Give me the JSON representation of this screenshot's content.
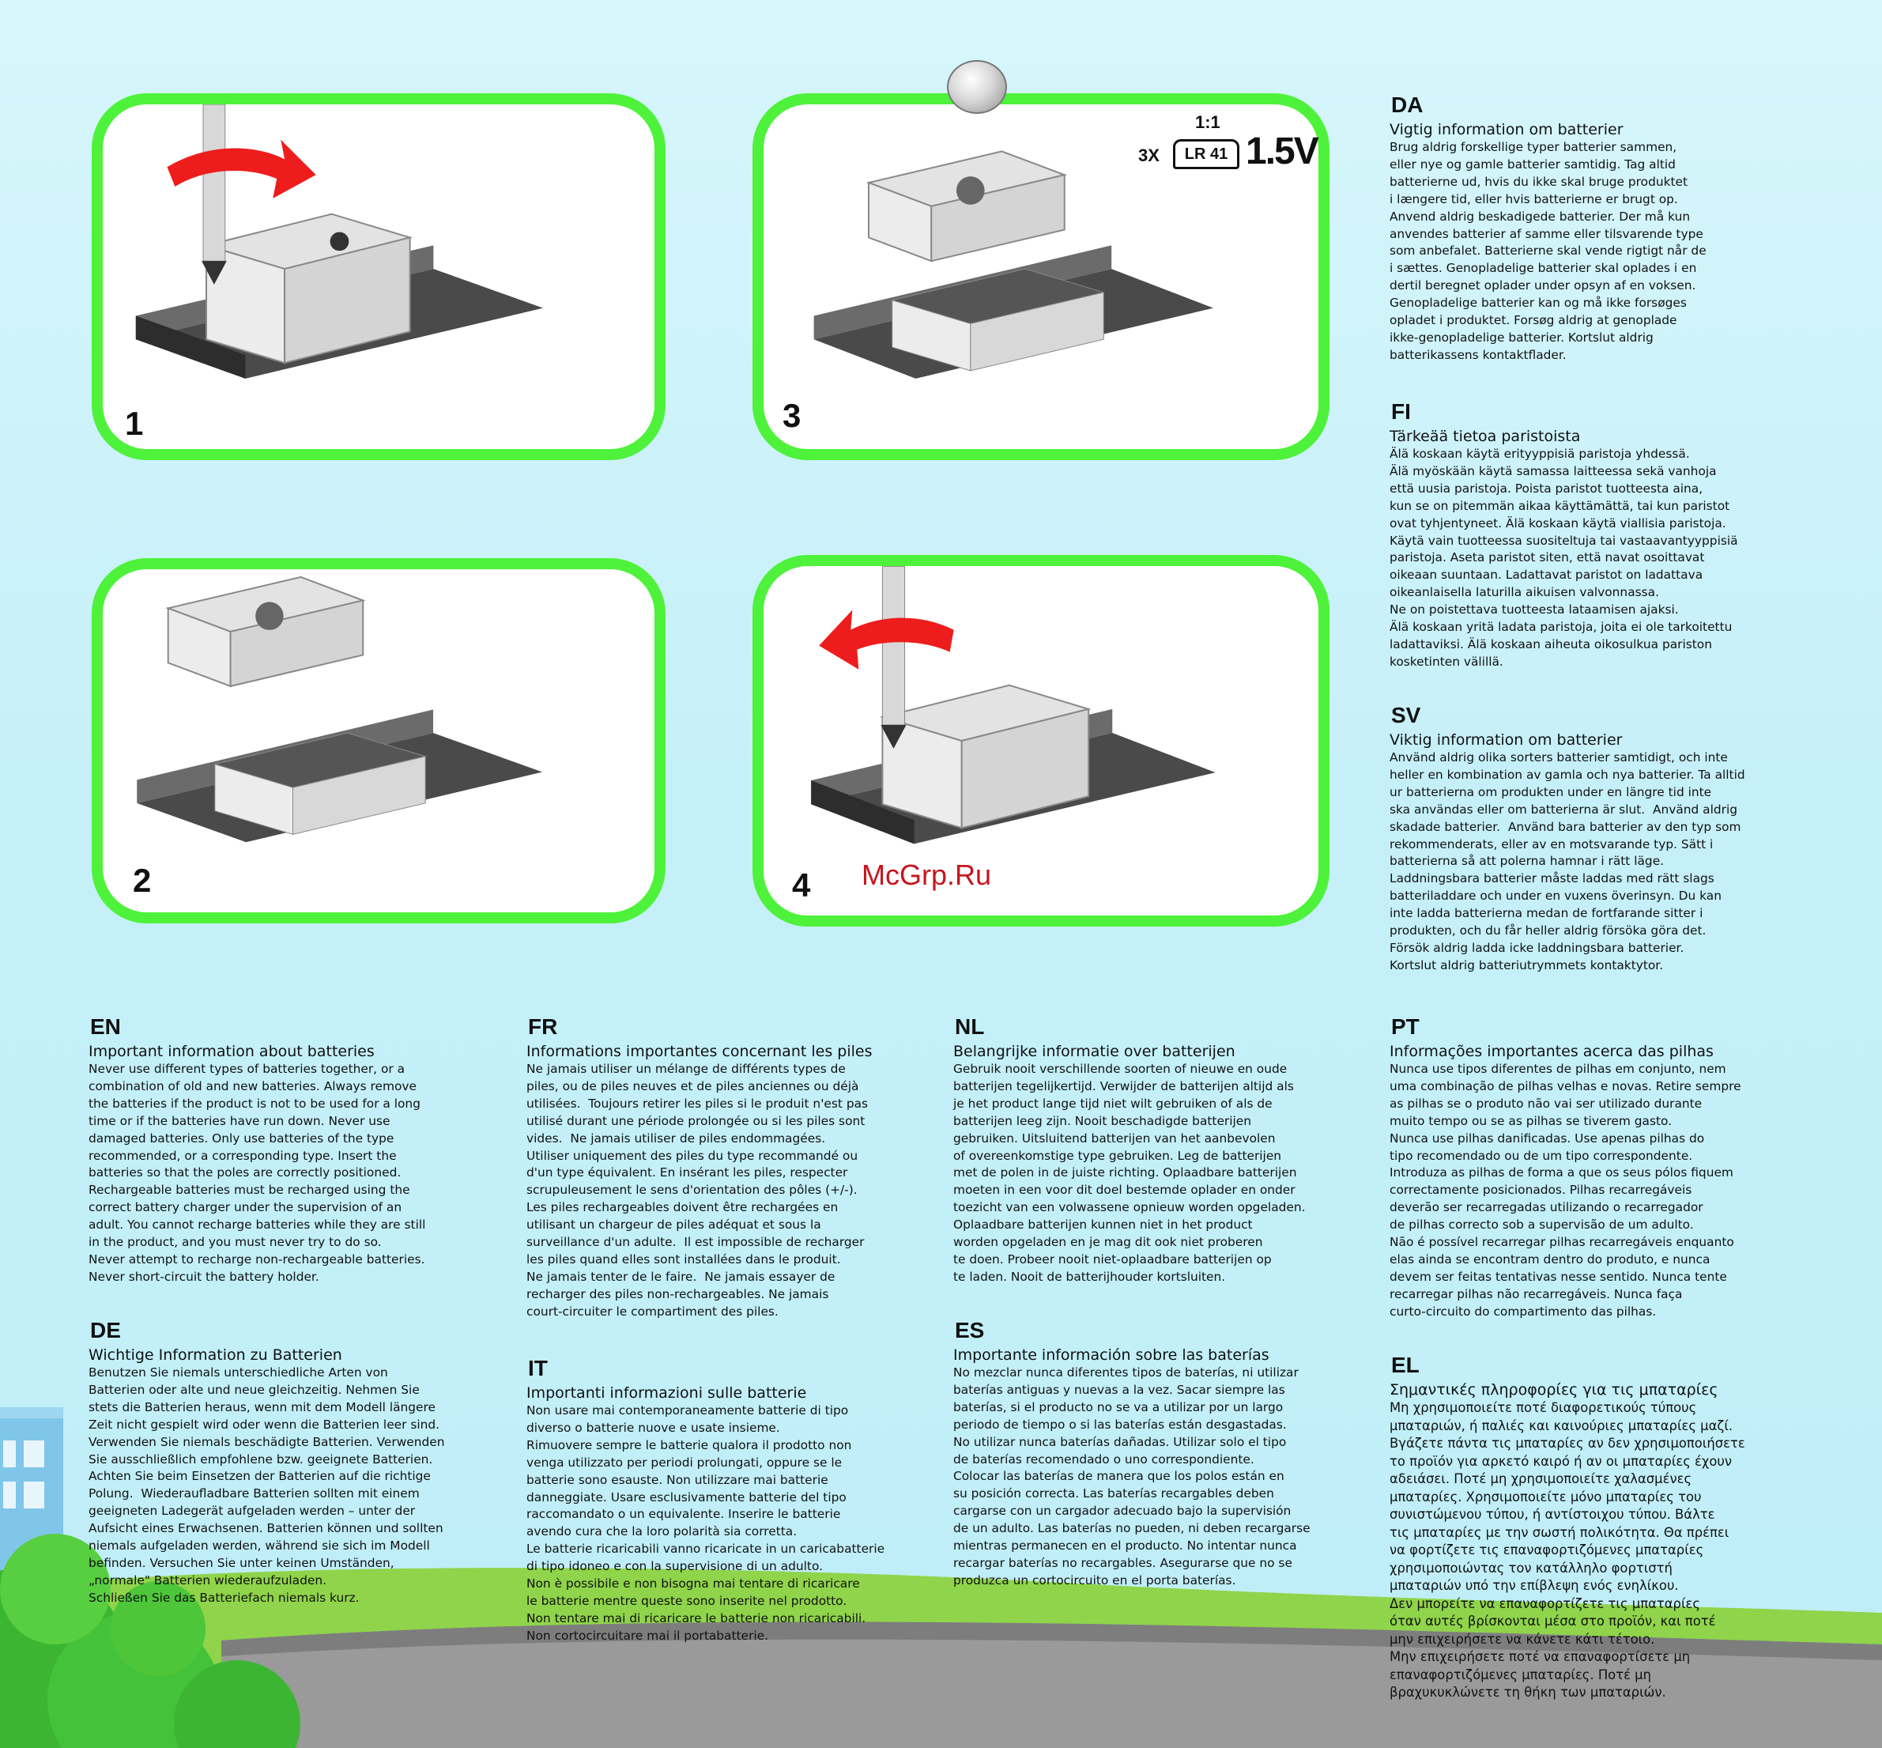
{
  "panels": [
    {
      "number": "1"
    },
    {
      "number": "2"
    },
    {
      "number": "3"
    },
    {
      "number": "4"
    }
  ],
  "battery_spec": {
    "ratio": "1:1",
    "quantity": "3X",
    "type": "LR 41",
    "voltage": "1.5V"
  },
  "watermark": "McGrp.Ru",
  "languages": {
    "da": {
      "code": "DA",
      "heading": "Vigtig information om batterier",
      "body": "Brug aldrig forskellige typer batterier sammen,\neller nye og gamle batterier samtidig. Tag altid\nbatterierne ud, hvis du ikke skal bruge produktet\ni længere tid, eller hvis batterierne er brugt op.\nAnvend aldrig beskadigede batterier. Der må kun\nanvendes batterier af samme eller tilsvarende type\nsom anbefalet. Batterierne skal vende rigtigt når de\ni sættes. Genopladelige batterier skal oplades i en\ndertil beregnet oplader under opsyn af en voksen.\nGenopladelige batterier kan og må ikke forsøges\nopladet i produktet. Forsøg aldrig at genoplade\nikke-genopladelige batterier. Kortslut aldrig\nbatterikassens kontaktflader."
    },
    "fi": {
      "code": "FI",
      "heading": "Tärkeää tietoa paristoista",
      "body": "Älä koskaan käytä erityyppisiä paristoja yhdessä.\nÄlä myöskään käytä samassa laitteessa sekä vanhoja\nettä uusia paristoja. Poista paristot tuotteesta aina,\nkun se on pitemmän aikaa käyttämättä, tai kun paristot\novat tyhjentyneet. Älä koskaan käytä viallisia paristoja.\nKäytä vain tuotteessa suositeltuja tai vastaavantyyppisiä\nparistoja. Aseta paristot siten, että navat osoittavat\noikeaan suuntaan. Ladattavat paristot on ladattava\noikeanlaisella laturilla aikuisen valvonnassa.\nNe on poistettava tuotteesta lataamisen ajaksi.\nÄlä koskaan yritä ladata paristoja, joita ei ole tarkoitettu\nladattaviksi. Älä koskaan aiheuta oikosulkua pariston\nkosketinten välillä."
    },
    "sv": {
      "code": "SV",
      "heading": "Viktig information om batterier",
      "body": "Använd aldrig olika sorters batterier samtidigt, och inte\nheller en kombination av gamla och nya batterier. Ta alltid\nur batterierna om produkten under en längre tid inte\nska användas eller om batterierna är slut.  Använd aldrig\nskadade batterier.  Använd bara batterier av den typ som\nrekommenderats, eller av en motsvarande typ. Sätt i\nbatterierna så att polerna hamnar i rätt läge.\nLaddningsbara batterier måste laddas med rätt slags\nbatteriladdare och under en vuxens överinsyn. Du kan\ninte ladda batterierna medan de fortfarande sitter i\nprodukten, och du får heller aldrig försöka göra det.\nFörsök aldrig ladda icke laddningsbara batterier.\nKortslut aldrig batteriutrymmets kontaktytor."
    },
    "en": {
      "code": "EN",
      "heading": "Important information about batteries",
      "body": "Never use different types of batteries together, or a\ncombination of old and new batteries. Always remove\nthe batteries if the product is not to be used for a long\ntime or if the batteries have run down. Never use\ndamaged batteries. Only use batteries of the type\nrecommended, or a corresponding type. Insert the\nbatteries so that the poles are correctly positioned.\nRechargeable batteries must be recharged using the\ncorrect battery charger under the supervision of an\nadult. You cannot recharge batteries while they are still\nin the product, and you must never try to do so.\nNever attempt to recharge non-rechargeable batteries.\nNever short-circuit the battery holder."
    },
    "fr": {
      "code": "FR",
      "heading": "Informations importantes concernant les piles",
      "body": "Ne jamais utiliser un mélange de différents types de\npiles, ou de piles neuves et de piles anciennes ou déjà\nutilisées.  Toujours retirer les piles si le produit n'est pas\nutilisé durant une période prolongée ou si les piles sont\nvides.  Ne jamais utiliser de piles endommagées.\nUtiliser uniquement des piles du type recommandé ou\nd'un type équivalent. En insérant les piles, respecter\nscrupuleusement le sens d'orientation des pôles (+/-).\nLes piles rechargeables doivent être rechargées en\nutilisant un chargeur de piles adéquat et sous la\nsurveillance d'un adulte.  Il est impossible de recharger\nles piles quand elles sont installées dans le produit.\nNe jamais tenter de le faire.  Ne jamais essayer de\nrecharger des piles non-rechargeables. Ne jamais\ncourt-circuiter le compartiment des piles."
    },
    "nl": {
      "code": "NL",
      "heading": "Belangrijke informatie over batterijen",
      "body": "Gebruik nooit verschillende soorten of nieuwe en oude\nbatterijen tegelijkertijd. Verwijder de batterijen altijd als\nje het product lange tijd niet wilt gebruiken of als de\nbatterijen leeg zijn. Nooit beschadigde batterijen\ngebruiken. Uitsluitend batterijen van het aanbevolen\nof overeenkomstige type gebruiken. Leg de batterijen\nmet de polen in de juiste richting. Oplaadbare batterijen\nmoeten in een voor dit doel bestemde oplader en onder\ntoezicht van een volwassene opnieuw worden opgeladen.\nOplaadbare batterijen kunnen niet in het product\nworden opgeladen en je mag dit ook niet proberen\nte doen. Probeer nooit niet-oplaadbare batterijen op\nte laden. Nooit de batterijhouder kortsluiten."
    },
    "pt": {
      "code": "PT",
      "heading": "Informações importantes acerca das pilhas",
      "body": "Nunca use tipos diferentes de pilhas em conjunto, nem\numa combinação de pilhas velhas e novas. Retire sempre\nas pilhas se o produto não vai ser utilizado durante\nmuito tempo ou se as pilhas se tiverem gasto.\nNunca use pilhas danificadas. Use apenas pilhas do\ntipo recomendado ou de um tipo correspondente.\nIntroduza as pilhas de forma a que os seus pólos fiquem\ncorrectamente posicionados. Pilhas recarregáveis\ndeverão ser recarregadas utilizando o recarregador\nde pilhas correcto sob a supervisão de um adulto.\nNão é possível recarregar pilhas recarregáveis enquanto\nelas ainda se encontram dentro do produto, e nunca\ndevem ser feitas tentativas nesse sentido. Nunca tente\nrecarregar pilhas não recarregáveis. Nunca faça\ncurto-circuito do compartimento das pilhas."
    },
    "de": {
      "code": "DE",
      "heading": "Wichtige Information zu Batterien",
      "body": "Benutzen Sie niemals unterschiedliche Arten von\nBatterien oder alte und neue gleichzeitig. Nehmen Sie\nstets die Batterien heraus, wenn mit dem Modell längere\nZeit nicht gespielt wird oder wenn die Batterien leer sind.\nVerwenden Sie niemals beschädigte Batterien. Verwenden\nSie ausschließlich empfohlene bzw. geeignete Batterien.\nAchten Sie beim Einsetzen der Batterien auf die richtige\nPolung.  Wiederaufladbare Batterien sollten mit einem\ngeeigneten Ladegerät aufgeladen werden – unter der\nAufsicht eines Erwachsenen. Batterien können und sollten\nniemals aufgeladen werden, während sie sich im Modell\nbefinden. Versuchen Sie unter keinen Umständen,\n„normale\" Batterien wiederaufzuladen.\nSchließen Sie das Batteriefach niemals kurz."
    },
    "it": {
      "code": "IT",
      "heading": "Importanti informazioni sulle batterie",
      "body": "Non usare mai contemporaneamente batterie di tipo\ndiverso o batterie nuove e usate insieme.\nRimuovere sempre le batterie qualora il prodotto non\nvenga utilizzato per periodi prolungati, oppure se le\nbatterie sono esauste. Non utilizzare mai batterie\ndanneggiate. Usare esclusivamente batterie del tipo\nraccomandato o un equivalente. Inserire le batterie\navendo cura che la loro polarità sia corretta.\nLe batterie ricaricabili vanno ricaricate in un caricabatterie\ndi tipo idoneo e con la supervisione di un adulto.\nNon è possibile e non bisogna mai tentare di ricaricare\nle batterie mentre queste sono inserite nel prodotto.\nNon tentare mai di ricaricare le batterie non ricaricabili.\nNon cortocircuitare mai il portabatterie."
    },
    "es": {
      "code": "ES",
      "heading": "Importante información sobre las baterías",
      "body": "No mezclar nunca diferentes tipos de baterías, ni utilizar\nbaterías antiguas y nuevas a la vez. Sacar siempre las\nbaterías, si el producto no se va a utilizar por un largo\nperiodo de tiempo o si las baterías están desgastadas.\nNo utilizar nunca baterías dañadas. Utilizar solo el tipo\nde baterías recomendado o uno correspondiente.\nColocar las baterías de manera que los polos están en\nsu posición correcta. Las baterías recargables deben\ncargarse con un cargador adecuado bajo la supervisión\nde un adulto. Las baterías no pueden, ni deben recargarse\nmientras permanecen en el producto. No intentar nunca\nrecargar baterías no recargables. Asegurarse que no se\nproduzca un cortocircuito en el porta baterías."
    },
    "el": {
      "code": "EL",
      "heading": "Σημαντικές πληροφορίες για τις μπαταρίες",
      "body": "Μη χρησιμοποιείτε ποτέ διαφορετικούς τύπους\nμπαταριών, ή παλιές και καινούριες μπαταρίες μαζί.\nΒγάζετε πάντα τις μπαταρίες αν δεν χρησιμοποιήσετε\nτο προϊόν για αρκετό καιρό ή αν οι μπαταρίες έχουν\nαδειάσει. Ποτέ μη χρησιμοποιείτε χαλασμένες\nμπαταρίες. Χρησιμοποιείτε μόνο μπαταρίες του\nσυνιστώμενου τύπου, ή αντίστοιχου τύπου. Βάλτε\nτις μπαταρίες με την σωστή πολικότητα. Θα πρέπει\nνα φορτίζετε τις επαναφορτιζόμενες μπαταρίες\nχρησιμοποιώντας τον κατάλληλο φορτιστή\nμπαταριών υπό την επίβλεψη ενός ενηλίκου.\nΔεν μπορείτε να επαναφορτίζετε τις μπαταρίες\nόταν αυτές βρίσκονται μέσα στο προϊόν, και ποτέ\nμην επιχειρήσετε να κάνετε κάτι τέτοιο.\nΜην επιχειρήσετε ποτέ να επαναφορτίσετε μη\nεπαναφορτιζόμενες μπαταρίες. Ποτέ μη\nβραχυκυκλώνετε τη θήκη των μπαταριών."
    }
  }
}
